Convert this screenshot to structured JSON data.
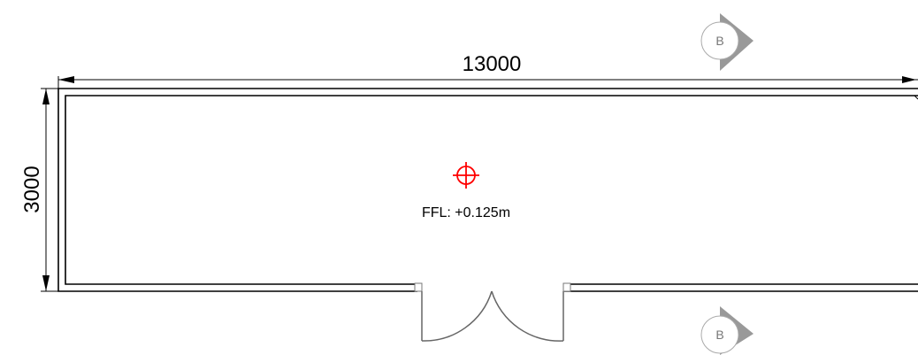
{
  "dimensions": {
    "length": "13000",
    "width": "3000"
  },
  "level": {
    "label": "FFL: +0.125m",
    "marker_color": "#ff0000"
  },
  "section_markers": {
    "top": "B",
    "bottom": "B"
  },
  "colors": {
    "wall": "#000000",
    "door": "#666666",
    "marker": "#999999"
  },
  "icons": {
    "level_marker": "crosshair-target-icon",
    "section_marker": "section-cut-arrow-icon"
  }
}
